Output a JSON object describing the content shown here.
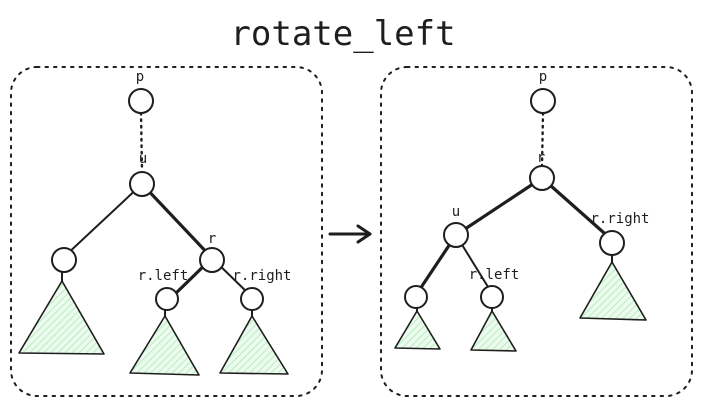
{
  "title": "rotate_left",
  "colors": {
    "ink": "#1e1e1e",
    "subtree_fill": "#b2f2bb"
  },
  "before": {
    "labels": {
      "p": "p",
      "u": "u",
      "r": "r",
      "r_left": "r.left",
      "r_right": "r.right"
    }
  },
  "after": {
    "labels": {
      "p": "p",
      "r": "r",
      "u": "u",
      "r_left": "r.left",
      "r_right": "r.right"
    }
  },
  "transition_icon": "right-arrow-icon"
}
